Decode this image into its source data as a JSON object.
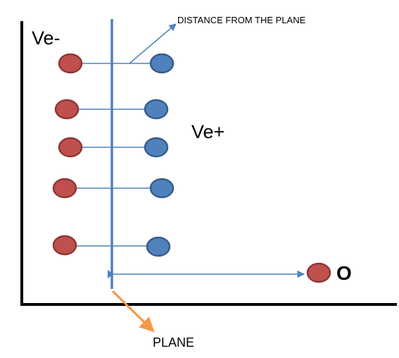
{
  "labels": {
    "distance": "DISTANCE FROM THE PLANE",
    "negative": "Ve-",
    "positive": "Ve+",
    "plane": "PLANE",
    "origin": "O"
  },
  "colors": {
    "negative_fill": "#c0504d",
    "negative_stroke": "#8c3836",
    "positive_fill": "#4f81bd",
    "positive_stroke": "#385d8a",
    "plane_line": "#4f81bd",
    "plane_arrow": "#f79646",
    "axis": "#000000"
  }
}
